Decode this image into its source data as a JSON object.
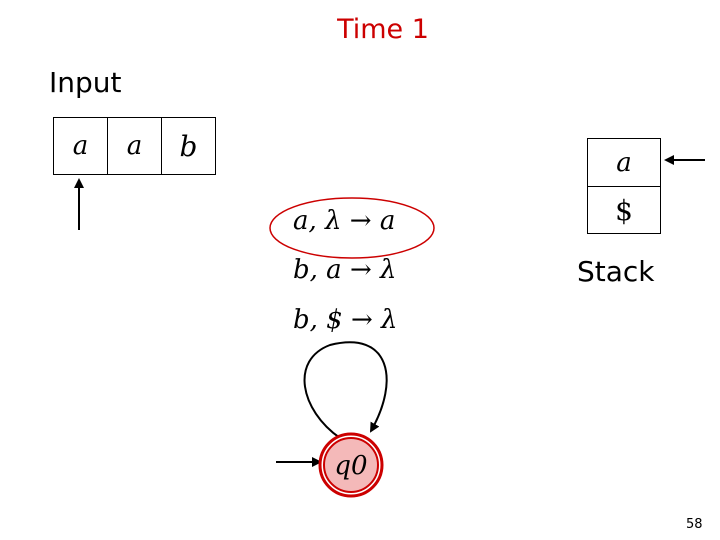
{
  "slide": {
    "title": "Time 1",
    "input_label": "Input",
    "stack_label": "Stack",
    "page_number": "58",
    "title_color": "#cc0000"
  },
  "input_tape": {
    "cells": [
      "a",
      "a",
      "b"
    ],
    "head_position": 0
  },
  "stack": {
    "cells": [
      "a",
      "$"
    ]
  },
  "transitions": [
    {
      "label": "a, λ → a",
      "highlighted": true
    },
    {
      "label": "b, a → λ",
      "highlighted": false
    },
    {
      "label": "b, $ → λ",
      "highlighted": false
    }
  ],
  "state": {
    "label": "q0",
    "active": true,
    "active_color": "#cc0000",
    "fill_color": "#f4b9b9",
    "self_loop": true,
    "initial": true
  }
}
